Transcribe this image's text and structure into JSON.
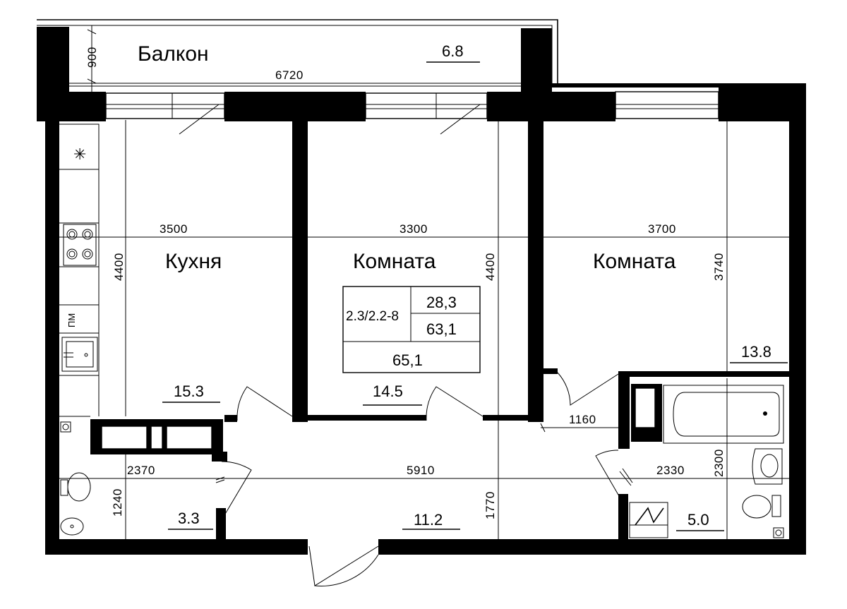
{
  "rooms": {
    "balcony": {
      "label": "Балкон",
      "area": "6.8"
    },
    "kitchen": {
      "label": "Кухня",
      "area": "15.3"
    },
    "room1": {
      "label": "Комната",
      "area": "14.5"
    },
    "room2": {
      "label": "Комната",
      "area": "13.8"
    },
    "hall": {
      "area": "11.2"
    },
    "wc": {
      "area": "3.3"
    },
    "bathroom": {
      "area": "5.0"
    }
  },
  "dimensions": {
    "balcony_depth": "900",
    "balcony_length": "6720",
    "kitchen_width": "3500",
    "kitchen_depth": "4400",
    "room1_width": "3300",
    "room1_depth": "4400",
    "room2_width": "3700",
    "room2_depth": "3740",
    "hall_length": "5910",
    "hall_depth": "1770",
    "wc_width": "2370",
    "wc_depth": "1240",
    "bath_width": "2330",
    "bath_depth": "2300",
    "passage_width": "1160"
  },
  "summary_table": {
    "type_code": "2.3/2.2-8",
    "living_area": "28,3",
    "total_area": "63,1",
    "total_with_balcony": "65,1"
  },
  "fixtures": {
    "dishwasher_label": "ПМ",
    "vent_symbol": "✳"
  }
}
